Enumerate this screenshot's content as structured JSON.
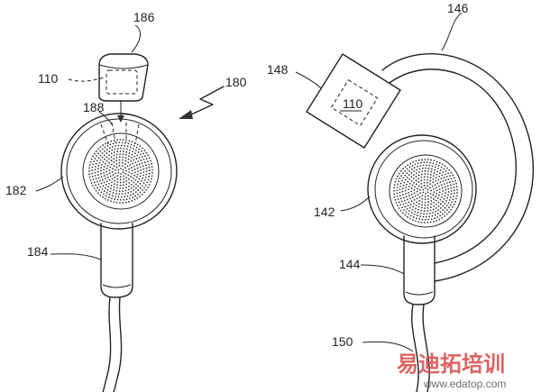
{
  "labels": {
    "l186": "186",
    "l110a": "110",
    "l180": "180",
    "l188": "188",
    "l182": "182",
    "l184": "184",
    "l146": "146",
    "l148": "148",
    "l110b": "110",
    "l142": "142",
    "l144": "144",
    "l150": "150"
  },
  "watermark": {
    "text": "易迪拓培训",
    "url": "www.edatop.com"
  }
}
